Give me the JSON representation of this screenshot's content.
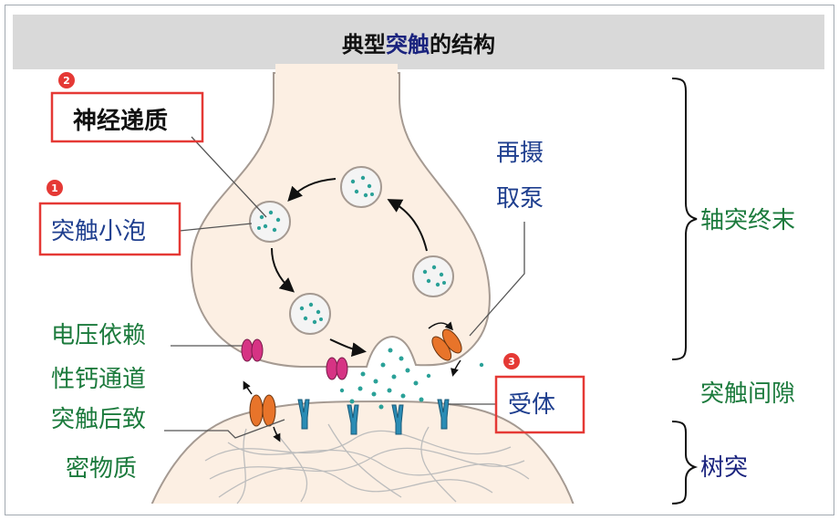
{
  "title": {
    "part1": "典型",
    "highlight": "突触",
    "part2": "的结构"
  },
  "labels": {
    "neurotransmitter": "神经递质",
    "synaptic_vesicle": "突触小泡",
    "reuptake_pump_line1": "再摄",
    "reuptake_pump_line2": "取泵",
    "vg_channel_line1": "电压依赖",
    "vg_channel_line2": "性钙通道",
    "psd_line1": "突触后致",
    "psd_line2": "密物质",
    "receptor": "受体",
    "axon_terminal": "轴突终末",
    "synaptic_cleft": "突触间隙",
    "dendrite": "树突"
  },
  "badges": [
    "2",
    "1",
    "3"
  ],
  "colors": {
    "cell_fill": "#fcefe3",
    "cell_stroke": "#a59a92",
    "teal": "#2aa198",
    "green_text": "#1b7a3c",
    "blue_text": "#1f3f8f",
    "navy_text": "#1a237e",
    "red_badge": "#e53935",
    "red_box": "#e53935",
    "orange_channel": "#e8742a",
    "magenta_channel": "#d63384",
    "receptor_blue": "#2a8cb5"
  }
}
